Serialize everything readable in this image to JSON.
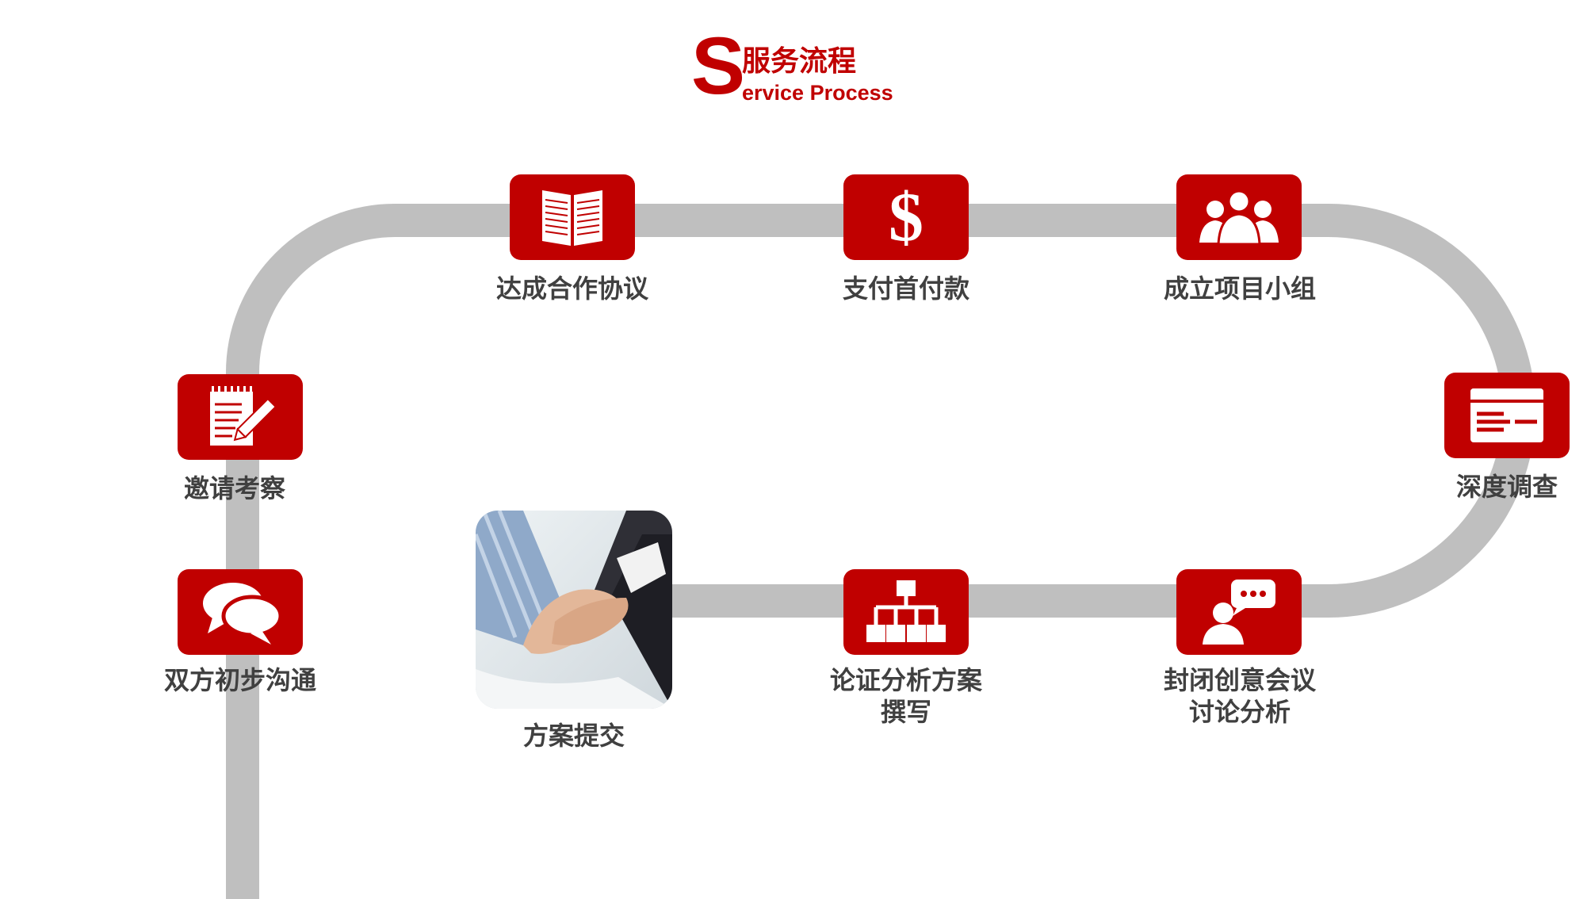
{
  "header": {
    "letter": "S",
    "title_cn": "服务流程",
    "title_en": "ervice Process"
  },
  "steps": [
    {
      "label": "双方初步沟通",
      "icon": "speech-bubbles-icon"
    },
    {
      "label": "邀请考察",
      "icon": "notepad-pencil-icon"
    },
    {
      "label": "达成合作协议",
      "icon": "open-book-icon"
    },
    {
      "label": "支付首付款",
      "icon": "dollar-icon"
    },
    {
      "label": "成立项目小组",
      "icon": "team-group-icon"
    },
    {
      "label": "深度调查",
      "icon": "document-card-icon"
    },
    {
      "label_line1": "封闭创意会议",
      "label_line2": "讨论分析",
      "icon": "speaker-chat-icon"
    },
    {
      "label_line1": "论证分析方案",
      "label_line2": "撰写",
      "icon": "org-chart-icon"
    },
    {
      "label": "方案提交",
      "icon": "handshake-photo"
    }
  ],
  "colors": {
    "accent": "#c00000",
    "track": "#bfbfbf",
    "label": "#404040"
  }
}
